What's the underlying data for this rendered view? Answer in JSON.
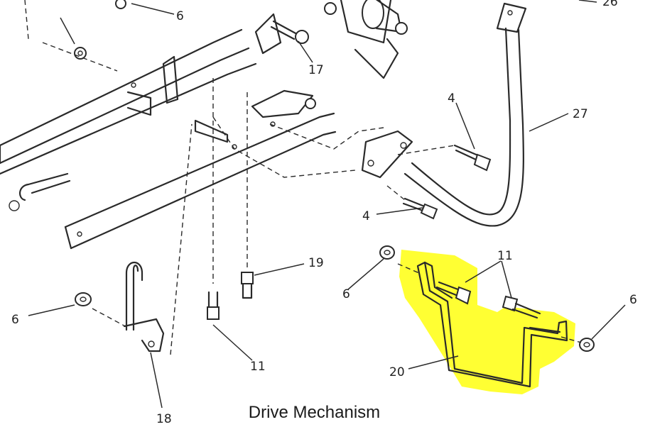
{
  "caption": "Drive Mechanism",
  "callouts": {
    "c_6_top": "6",
    "c_26": "26",
    "c_17": "17",
    "c_4_upper": "4",
    "c_27": "27",
    "c_4_lower": "4",
    "c_19": "19",
    "c_11_upper": "11",
    "c_6_right": "6",
    "c_6_mid": "6",
    "c_6_left": "6",
    "c_20": "20",
    "c_11_lower": "11",
    "c_18": "18"
  },
  "colors": {
    "highlight": "#ffff33",
    "line": "#2a2a2a"
  }
}
